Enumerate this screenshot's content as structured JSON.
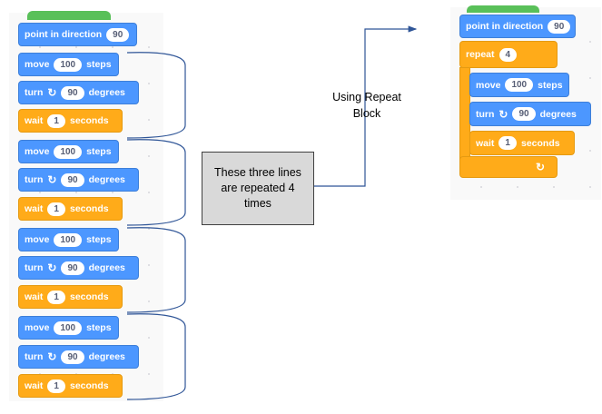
{
  "left_script": {
    "header": {
      "label": "point in direction",
      "value": "90"
    },
    "groups": [
      {
        "move": {
          "label": "move",
          "value": "100",
          "suffix": "steps"
        },
        "turn": {
          "label": "turn",
          "value": "90",
          "suffix": "degrees"
        },
        "wait": {
          "label": "wait",
          "value": "1",
          "suffix": "seconds"
        }
      },
      {
        "move": {
          "label": "move",
          "value": "100",
          "suffix": "steps"
        },
        "turn": {
          "label": "turn",
          "value": "90",
          "suffix": "degrees"
        },
        "wait": {
          "label": "wait",
          "value": "1",
          "suffix": "seconds"
        }
      },
      {
        "move": {
          "label": "move",
          "value": "100",
          "suffix": "steps"
        },
        "turn": {
          "label": "turn",
          "value": "90",
          "suffix": "degrees"
        },
        "wait": {
          "label": "wait",
          "value": "1",
          "suffix": "seconds"
        }
      },
      {
        "move": {
          "label": "move",
          "value": "100",
          "suffix": "steps"
        },
        "turn": {
          "label": "turn",
          "value": "90",
          "suffix": "degrees"
        },
        "wait": {
          "label": "wait",
          "value": "1",
          "suffix": "seconds"
        }
      }
    ]
  },
  "right_script": {
    "header": {
      "label": "point in direction",
      "value": "90"
    },
    "repeat": {
      "label": "repeat",
      "value": "4"
    },
    "move": {
      "label": "move",
      "value": "100",
      "suffix": "steps"
    },
    "turn": {
      "label": "turn",
      "value": "90",
      "suffix": "degrees"
    },
    "wait": {
      "label": "wait",
      "value": "1",
      "suffix": "seconds"
    },
    "loop_glyph": "↻"
  },
  "annotations": {
    "note_line1": "These three lines",
    "note_line2": "are repeated 4",
    "note_line3": "times",
    "using_line1": "Using Repeat",
    "using_line2": "Block"
  },
  "icons": {
    "turn": "rotate-right-icon",
    "loop": "loop-arrow-icon"
  },
  "colors": {
    "motion": "#4c97ff",
    "control": "#ffab19",
    "event": "#59c059",
    "note_fill": "#d9d9d9",
    "connector": "#2f5597"
  }
}
